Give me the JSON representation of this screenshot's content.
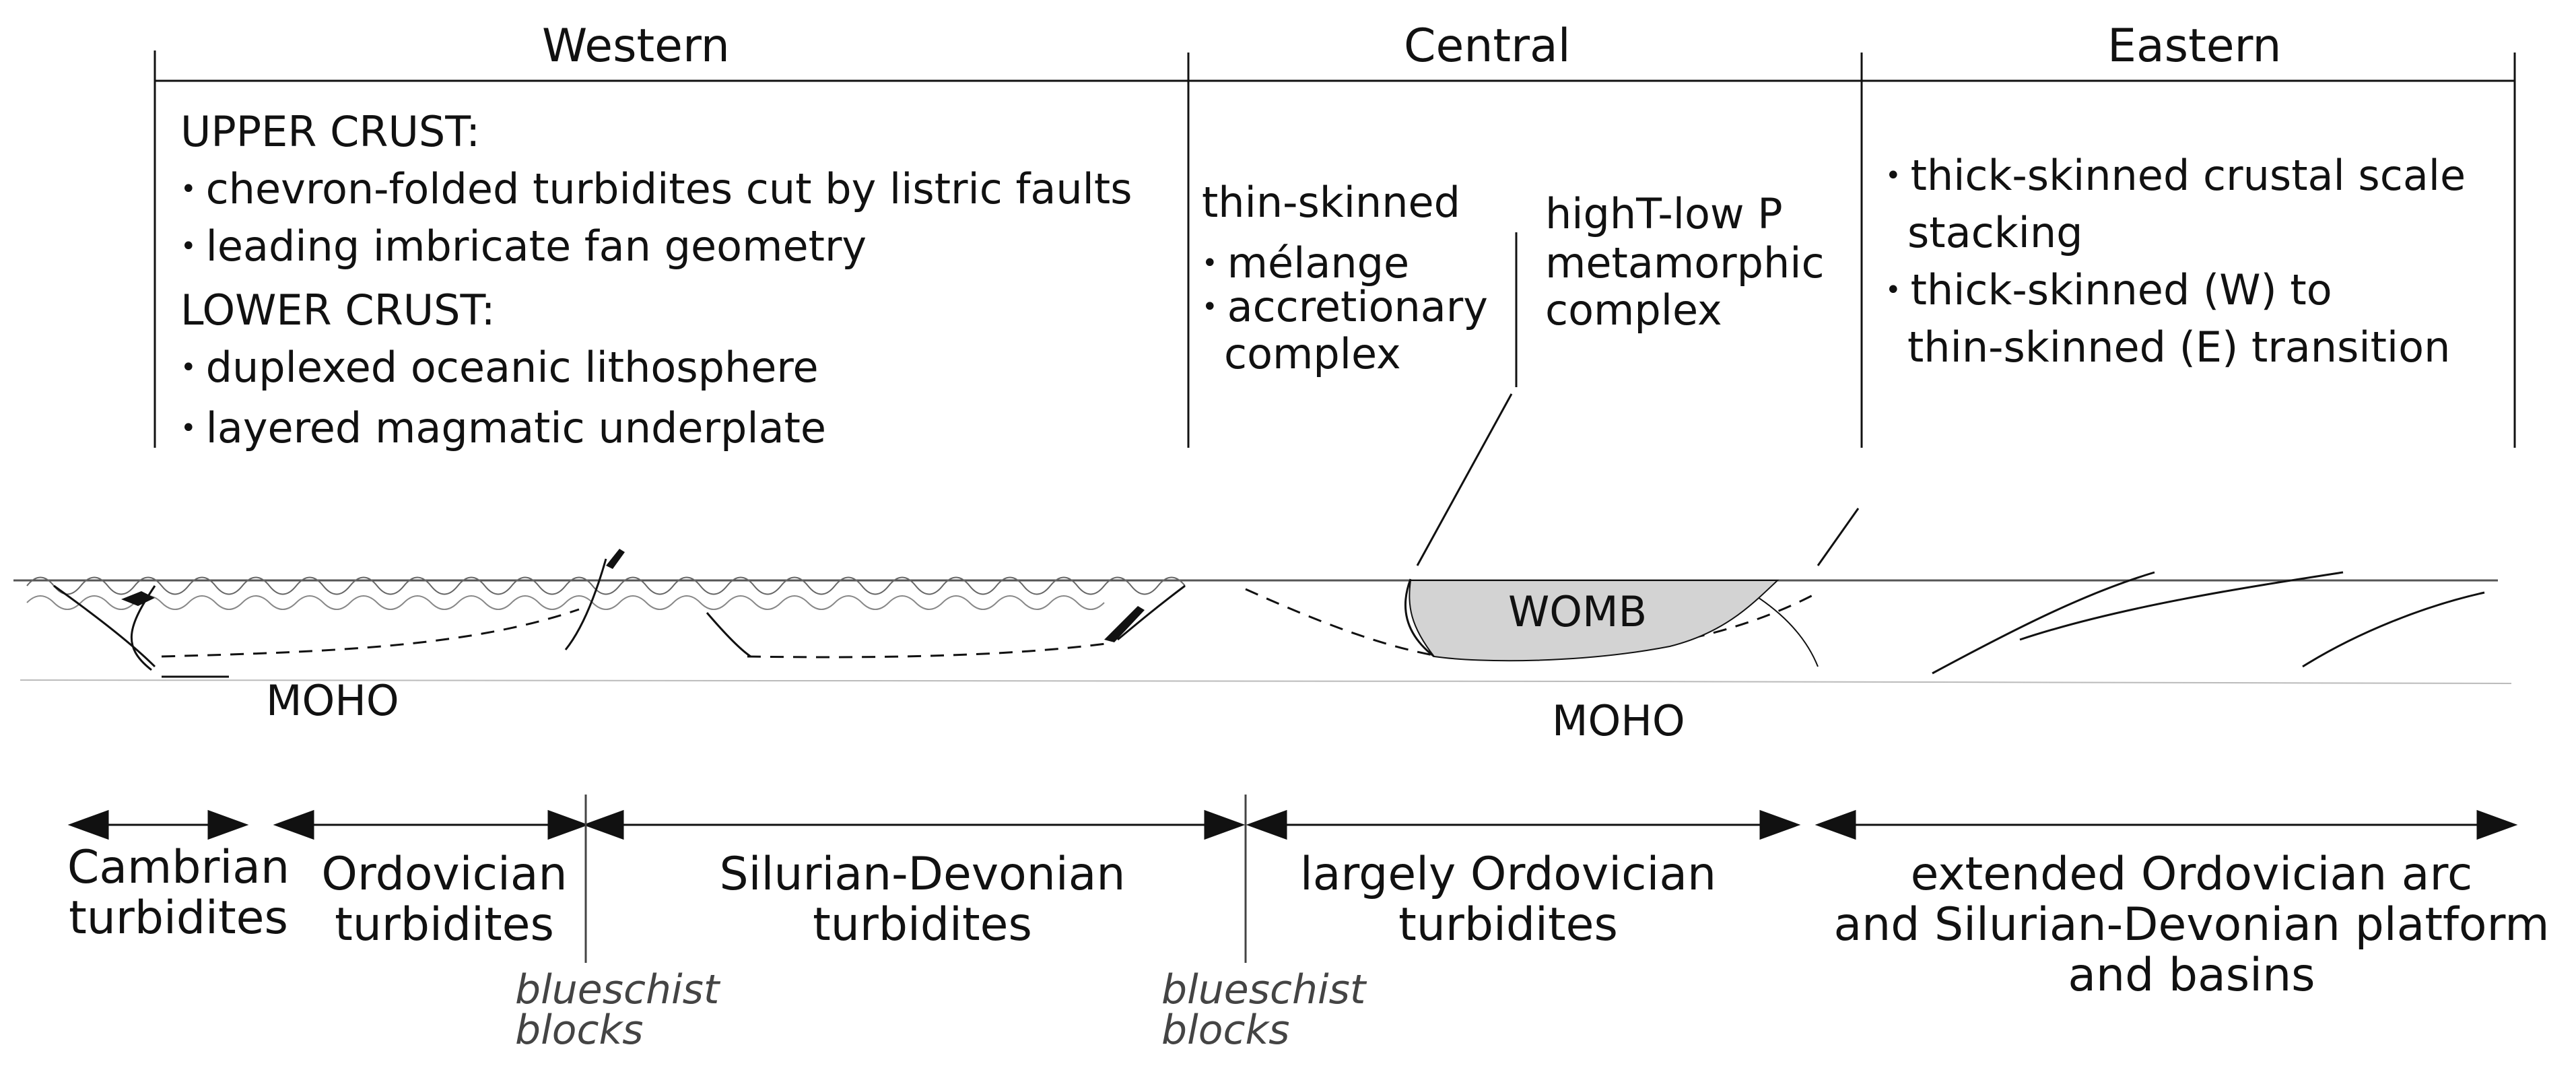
{
  "header": {
    "western": "Western",
    "central": "Central",
    "eastern": "Eastern"
  },
  "western": {
    "upper_title": "UPPER CRUST:",
    "upper_1": "chevron-folded turbidites cut by listric faults",
    "upper_2": "leading imbricate fan geometry",
    "lower_title": "LOWER CRUST:",
    "lower_1": "duplexed oceanic lithosphere",
    "lower_2": "layered magmatic underplate"
  },
  "central": {
    "thin_title": "thin-skinned",
    "thin_1": "mélange",
    "thin_2a": "accretionary",
    "thin_2b": "complex",
    "meta_1": "highT-low P",
    "meta_2": "metamorphic",
    "meta_3": "complex"
  },
  "eastern": {
    "b1a": "thick-skinned crustal scale",
    "b1b": "stacking",
    "b2a": "thick-skinned (W)  to",
    "b2b": "thin-skinned (E) transition"
  },
  "section": {
    "womb": "WOMB",
    "moho_west": "MOHO",
    "moho_central": "MOHO"
  },
  "units": {
    "cambrian_1": "Cambrian",
    "cambrian_2": "turbidites",
    "ordovician_1": "Ordovician",
    "ordovician_2": "turbidites",
    "silurian_1": "Silurian-Devonian",
    "silurian_2": "turbidites",
    "largely_1": "largely Ordovician",
    "largely_2": "turbidites",
    "extended_1": "extended Ordovician arc",
    "extended_2": "and Silurian-Devonian  platform",
    "extended_3": "and basins"
  },
  "blueschist": {
    "w1": "blueschist",
    "w2": "blocks",
    "c1": "blueschist",
    "c2": "blocks"
  },
  "colors": {
    "ink": "#111111",
    "womb_fill": "#d3d3d3",
    "italic_text": "#444444"
  },
  "icons": [
    "arrow-left-icon",
    "arrow-right-icon"
  ]
}
